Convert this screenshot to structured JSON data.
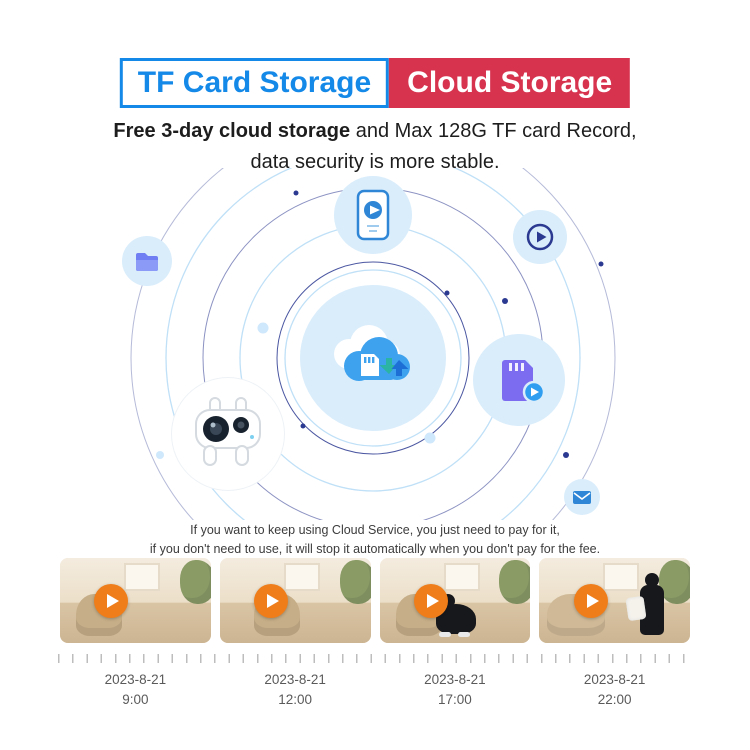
{
  "header": {
    "title_left": "TF Card Storage",
    "title_right": "Cloud Storage"
  },
  "subtitle": {
    "bold": "Free 3-day cloud storage",
    "rest": " and Max 128G TF card Record,",
    "line2": "data security is more stable."
  },
  "diagram": {
    "center_icon": "cloud-with-tf-card-and-sync-arrows",
    "orbit_icons": [
      "phone-video-player-icon",
      "play-circle-icon",
      "folder-icon",
      "tf-card-play-icon",
      "mail-envelope-icon",
      "camera-product-photo"
    ]
  },
  "notice": {
    "line1": "If you want to keep using Cloud Service, you just need to pay for it,",
    "line2": "if you don't need to use, it will stop it automatically when you don't pay for the fee."
  },
  "timeline": {
    "entries": [
      {
        "date": "2023-8-21",
        "time": "9:00"
      },
      {
        "date": "2023-8-21",
        "time": "12:00"
      },
      {
        "date": "2023-8-21",
        "time": "17:00"
      },
      {
        "date": "2023-8-21",
        "time": "22:00"
      }
    ]
  },
  "colors": {
    "accent_blue": "#1489e8",
    "accent_red": "#d7334f",
    "navy": "#2b3990",
    "light_blue": "#d9edfb",
    "play_orange": "#ef7d1a"
  }
}
